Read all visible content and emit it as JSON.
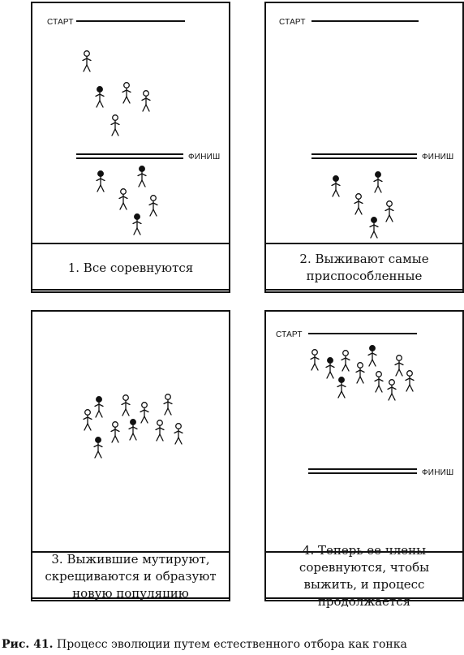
{
  "labels": {
    "start": "СТАРТ",
    "finish": "ФИНИШ"
  },
  "panels": [
    {
      "caption": "1. Все соревнуются"
    },
    {
      "caption": "2. Выживают самые приспособленные"
    },
    {
      "caption": "3. Выжившие мутируют, скрещиваются и образуют новую популяцию"
    },
    {
      "caption": "4. Теперь ее члены соревнуются, чтобы выжить, и процесс продолжается"
    }
  ],
  "figure": {
    "number": "Рис. 41.",
    "title": "Процесс эволюции путем естественного отбора как гонка"
  }
}
